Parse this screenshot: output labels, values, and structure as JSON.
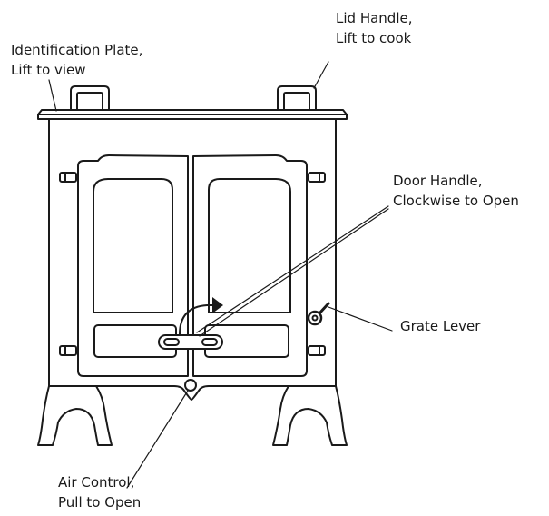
{
  "labels": {
    "identification_plate": {
      "line1": "Identification Plate,",
      "line2": "Lift to view"
    },
    "lid_handle": {
      "line1": "Lid Handle,",
      "line2": "Lift to cook"
    },
    "door_handle": {
      "line1": "Door Handle,",
      "line2": "Clockwise to Open"
    },
    "grate_lever": {
      "line1": "Grate Lever"
    },
    "air_control": {
      "line1": "Air Control,",
      "line2": "Pull to Open"
    }
  },
  "colors": {
    "stroke": "#1a1a1a",
    "fill": "#ffffff"
  }
}
